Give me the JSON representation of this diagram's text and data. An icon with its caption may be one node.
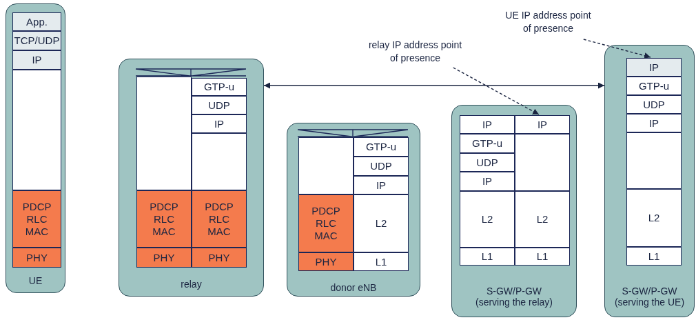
{
  "diagram": {
    "nodes": [
      {
        "text": [
          "UE"
        ]
      },
      {
        "text": [
          "App."
        ],
        "in": 0
      },
      {
        "text": [
          "TCP/UDP"
        ],
        "in": 0
      },
      {
        "text": [
          "IP"
        ],
        "in": 0
      },
      {
        "text": [],
        "shape": "box",
        "in": 0
      },
      {
        "text": [
          "PDCP RLC MAC"
        ],
        "in": 0
      },
      {
        "text": [
          "PHY"
        ],
        "in": 0
      },
      {
        "text": [
          "relay"
        ]
      },
      {
        "text": [],
        "shape": "box",
        "in": 7
      },
      {
        "text": [
          "GTP-u"
        ],
        "in": 7
      },
      {
        "text": [
          "UDP"
        ],
        "in": 7
      },
      {
        "text": [
          "IP"
        ],
        "in": 7
      },
      {
        "text": [],
        "shape": "box",
        "in": 7
      },
      {
        "text": [
          "PDCP RLC MAC"
        ],
        "in": 7
      },
      {
        "text": [
          "PDCP RLC MAC"
        ],
        "in": 7
      },
      {
        "text": [
          "PHY"
        ],
        "in": 7
      },
      {
        "text": [
          "PHY"
        ],
        "in": 7
      },
      {
        "text": [
          "donor eNB"
        ]
      },
      {
        "text": [],
        "shape": "box",
        "in": 17
      },
      {
        "text": [
          "GTP-u"
        ],
        "in": 17
      },
      {
        "text": [
          "UDP"
        ],
        "in": 17
      },
      {
        "text": [
          "IP"
        ],
        "in": 17
      },
      {
        "text": [
          "PDCP RLC MAC"
        ],
        "in": 17
      },
      {
        "text": [
          "L2"
        ],
        "in": 17
      },
      {
        "text": [
          "PHY"
        ],
        "in": 17
      },
      {
        "text": [
          "L1"
        ],
        "in": 17
      },
      {
        "text": [
          "S-GW/P-GW (serving the relay)"
        ]
      },
      {
        "text": [
          "IP"
        ],
        "in": 26
      },
      {
        "text": [
          "IP"
        ],
        "in": 26
      },
      {
        "text": [
          "GTP-u"
        ],
        "in": 26
      },
      {
        "text": [],
        "shape": "box",
        "in": 26
      },
      {
        "text": [
          "UDP"
        ],
        "in": 26
      },
      {
        "text": [
          "IP"
        ],
        "in": 26
      },
      {
        "text": [
          "L2"
        ],
        "in": 26
      },
      {
        "text": [
          "L2"
        ],
        "in": 26
      },
      {
        "text": [
          "L1"
        ],
        "in": 26
      },
      {
        "text": [
          "L1"
        ],
        "in": 26
      },
      {
        "text": [
          "S-GW/P-GW (serving the UE)"
        ]
      },
      {
        "text": [
          "IP"
        ],
        "in": 37
      },
      {
        "text": [
          "GTP-u"
        ],
        "in": 37
      },
      {
        "text": [
          "UDP"
        ],
        "in": 37
      },
      {
        "text": [
          "IP"
        ],
        "in": 37
      },
      {
        "text": [],
        "shape": "box",
        "in": 37
      },
      {
        "text": [
          "L2"
        ],
        "in": 37
      },
      {
        "text": [
          "L1"
        ],
        "in": 37
      },
      {
        "text": [
          "relay IP address point of presence"
        ]
      },
      {
        "text": [
          "UE IP address point of presence"
        ]
      }
    ],
    "edges": [
      {
        "from": 7,
        "to": 37,
        "arrow": "both"
      },
      {
        "from": 45,
        "to": 28,
        "arrow": "to",
        "style": "dashed"
      },
      {
        "from": 46,
        "to": 38,
        "arrow": "to",
        "style": "dashed"
      }
    ]
  }
}
